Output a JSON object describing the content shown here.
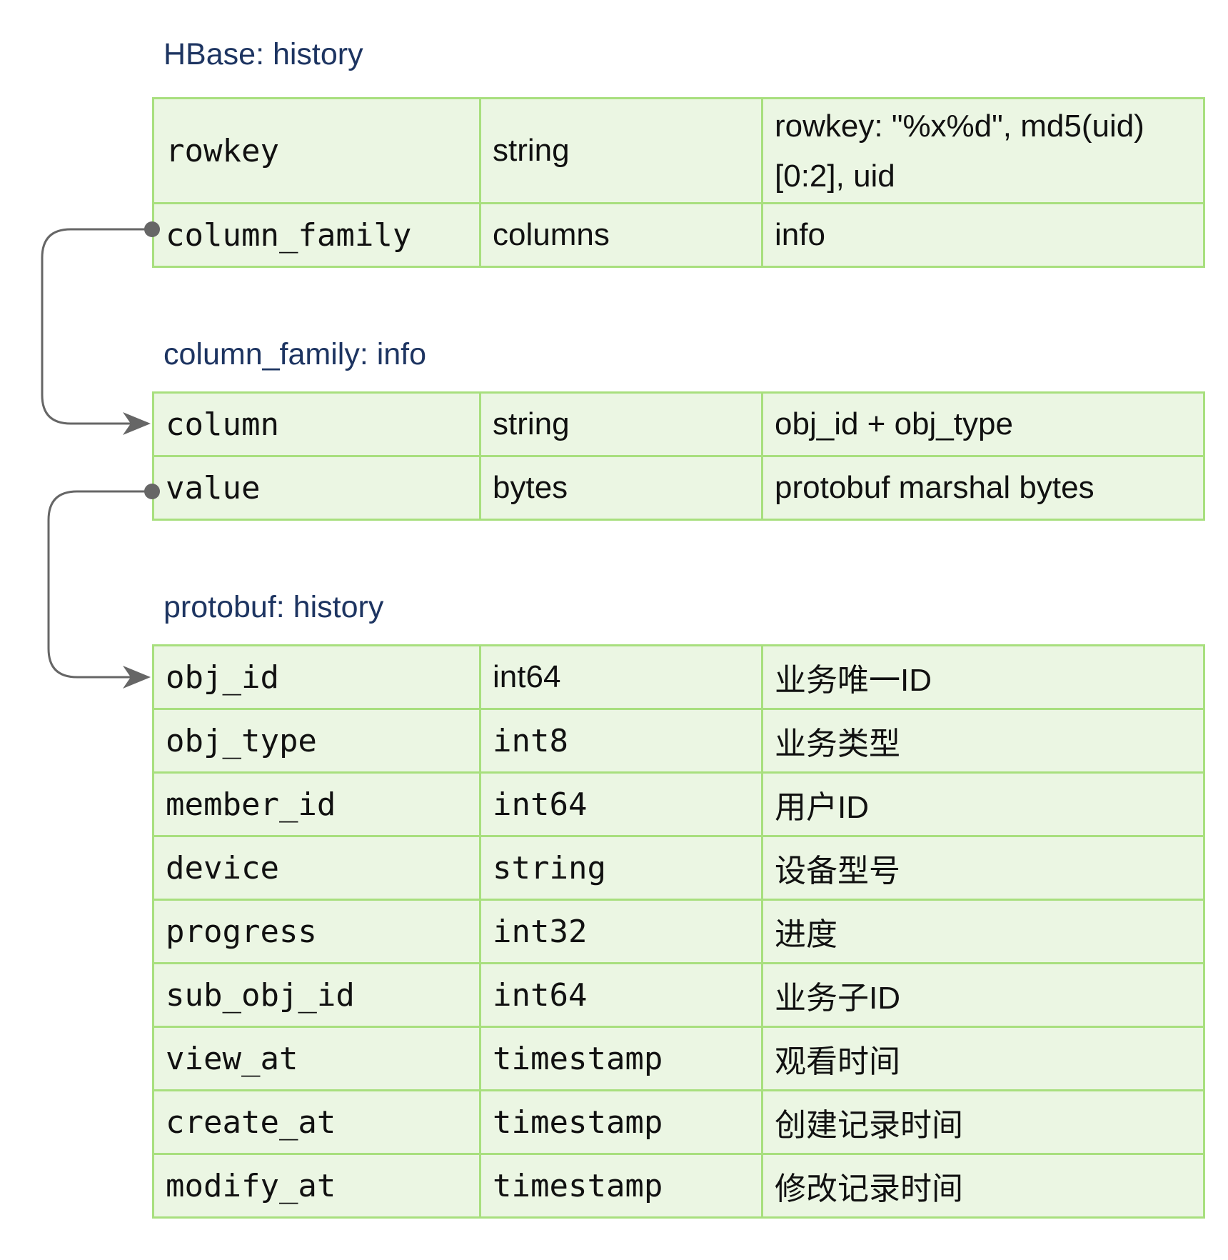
{
  "hbase": {
    "title": "HBase: history",
    "rows": [
      {
        "name": "rowkey",
        "type": "string",
        "desc": "rowkey: \"%x%d\", md5(uid)[0:2], uid"
      },
      {
        "name": "column_family",
        "type": "columns",
        "desc": "info"
      }
    ]
  },
  "cf": {
    "title": "column_family: info",
    "rows": [
      {
        "name": "column",
        "type": "string",
        "desc": "obj_id + obj_type"
      },
      {
        "name": "value",
        "type": "bytes",
        "desc": "protobuf marshal bytes"
      }
    ]
  },
  "proto": {
    "title": "protobuf: history",
    "rows": [
      {
        "name": "obj_id",
        "type": "int64",
        "desc": "业务唯一ID"
      },
      {
        "name": "obj_type",
        "type": "int8",
        "desc": "业务类型"
      },
      {
        "name": "member_id",
        "type": "int64",
        "desc": "用户ID"
      },
      {
        "name": "device",
        "type": "string",
        "desc": "设备型号"
      },
      {
        "name": "progress",
        "type": "int32",
        "desc": "进度"
      },
      {
        "name": "sub_obj_id",
        "type": "int64",
        "desc": "业务子ID"
      },
      {
        "name": "view_at",
        "type": "timestamp",
        "desc": "观看时间"
      },
      {
        "name": "create_at",
        "type": "timestamp",
        "desc": "创建记录时间"
      },
      {
        "name": "modify_at",
        "type": "timestamp",
        "desc": "修改记录时间"
      }
    ]
  },
  "colors": {
    "cell_fill": "#ebf6e3",
    "cell_border": "#a8df7e",
    "title_text": "#1d3461",
    "connector": "#666666"
  }
}
